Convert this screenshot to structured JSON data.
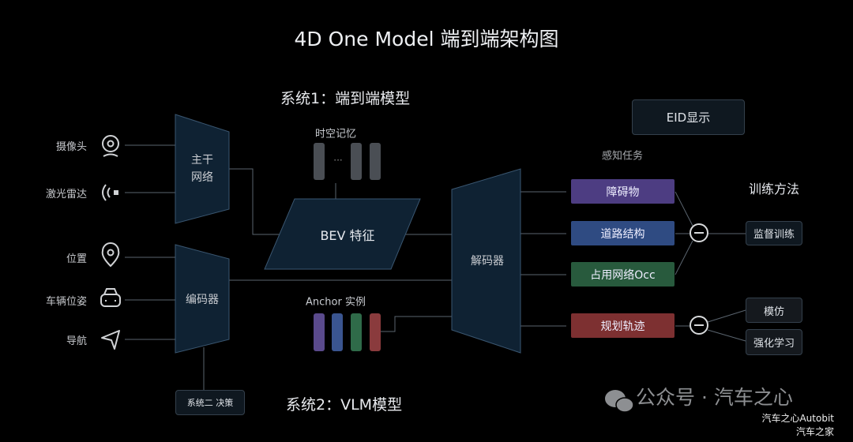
{
  "title": "4D One Model 端到端架构图",
  "system1": {
    "title": "系统1：端到端模型"
  },
  "system2": {
    "title": "系统2：VLM模型",
    "decision_label": "系统二 决策"
  },
  "sensors": [
    {
      "label": "摄像头",
      "icon": "camera-icon"
    },
    {
      "label": "激光雷达",
      "icon": "lidar-icon"
    },
    {
      "label": "位置",
      "icon": "location-pin-icon"
    },
    {
      "label": "车辆位姿",
      "icon": "car-icon"
    },
    {
      "label": "导航",
      "icon": "navigation-arrow-icon"
    }
  ],
  "backbone": {
    "label": "主干\n网络",
    "line1": "主干",
    "line2": "网络"
  },
  "encoder": {
    "label": "编码器"
  },
  "memory": {
    "label": "时空记忆",
    "ellipsis": "···"
  },
  "bev": {
    "label": "BEV 特征"
  },
  "anchor": {
    "label": "Anchor 实例",
    "colors": [
      "#5a4a8c",
      "#3a5590",
      "#2f6b49",
      "#8a3b3d"
    ]
  },
  "decoder": {
    "label": "解码器"
  },
  "eid": {
    "label": "EID显示"
  },
  "perception": {
    "label": "感知任务"
  },
  "tasks": [
    {
      "label": "障碍物",
      "color": "#4d3d82"
    },
    {
      "label": "道路结构",
      "color": "#2f4b82"
    },
    {
      "label": "占用网络Occ",
      "color": "#285a3d"
    },
    {
      "label": "规划轨迹",
      "color": "#7d3031"
    }
  ],
  "training": {
    "title": "训练方法",
    "methods": [
      "监督训练",
      "模仿",
      "强化学习"
    ]
  },
  "watermark": {
    "text": "公众号 · 汽车之心",
    "small1": "汽车之心Autobit",
    "small2": "汽车之家"
  }
}
